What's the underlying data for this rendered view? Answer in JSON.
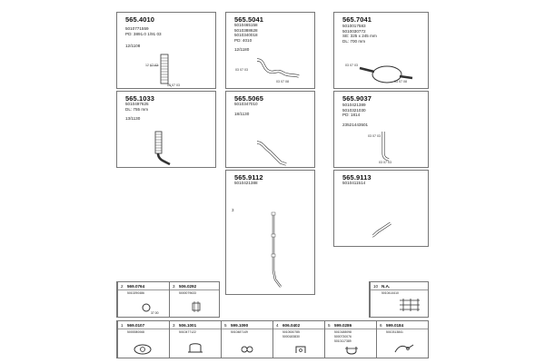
{
  "cards": {
    "c1": {
      "pn": "565.4010",
      "lines": [
        "5010771559",
        "PD: 3891.0 1/91 03",
        "",
        "12/1108"
      ],
      "labels": [
        "12 67 03",
        "03 07 03"
      ]
    },
    "c2": {
      "pn": "565.5041",
      "lines": [
        "5010465158",
        "5010388628",
        "5010340018",
        "PD: 4010",
        "",
        "12/1180"
      ],
      "labels": [
        "03 07 03",
        "03 07 08"
      ]
    },
    "c3": {
      "pn": "565.7041",
      "lines": [
        "5010017583",
        "5010030772",
        "SE: 325 x 245 mm",
        "DL: 700 mm"
      ],
      "labels": [
        "03 07 03",
        "03 07 08"
      ]
    },
    "c4": {
      "pn": "565.1033",
      "lines": [
        "5010497625",
        "DL: 755 mm",
        "",
        "13/1130"
      ],
      "labels": []
    },
    "c5": {
      "pn": "565.5065",
      "lines": [
        "5010347010",
        "",
        "18/1130"
      ],
      "labels": []
    },
    "c6": {
      "pn": "565.9037",
      "lines": [
        "5010421389",
        "5010321030",
        "PD: 1814",
        "",
        "23521443501"
      ],
      "labels": [
        "03 07 03",
        "03 07 03"
      ]
    },
    "c7": {
      "pn": "565.9112",
      "lines": [
        "5010421388"
      ],
      "labels": [
        "3"
      ]
    },
    "c8": {
      "pn": "565.9113",
      "lines": [
        "5010411514"
      ],
      "labels": []
    }
  },
  "strip1": [
    {
      "num": "2",
      "pn": "569.0764",
      "lines": [
        "5010290486"
      ],
      "label": "37.00"
    },
    {
      "num": "3",
      "pn": "506.0292",
      "lines": [
        "5000079633"
      ],
      "label": ""
    }
  ],
  "strip2": [
    {
      "num": "10",
      "pn": "N.A.",
      "lines": [
        "5010414410"
      ]
    }
  ],
  "strip3": [
    {
      "num": "1",
      "pn": "569.0107",
      "lines": [
        "5000080068"
      ]
    },
    {
      "num": "3",
      "pn": "506.1001",
      "lines": [
        "5010477122"
      ]
    },
    {
      "num": "5",
      "pn": "599.1090",
      "lines": [
        "5010487149"
      ]
    },
    {
      "num": "4",
      "pn": "606.0402",
      "lines": [
        "5010530785",
        "5000183830"
      ]
    },
    {
      "num": "5",
      "pn": "599.0286",
      "lines": [
        "5010188098",
        "5000730076",
        "5010117389"
      ]
    },
    {
      "num": "6",
      "pn": "599.0184",
      "lines": [
        "5010313841"
      ]
    }
  ]
}
